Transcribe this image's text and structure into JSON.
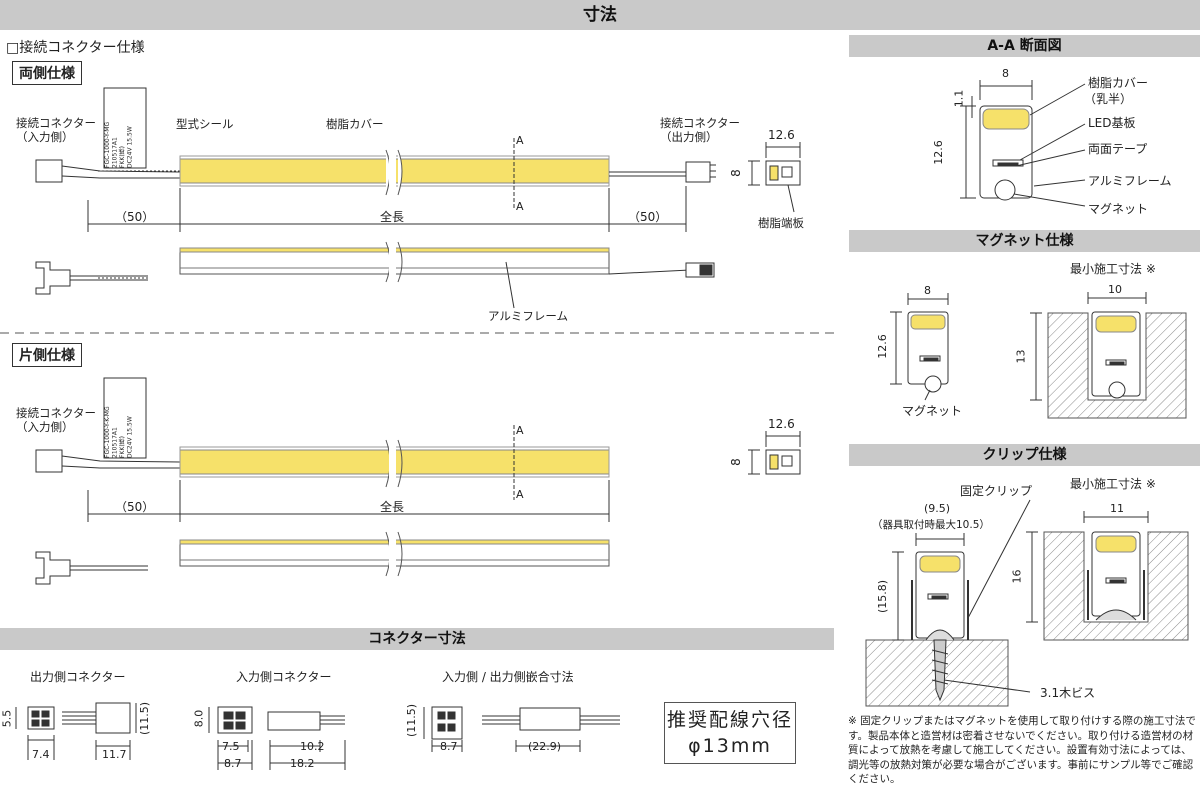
{
  "title": "寸法",
  "left": {
    "connector_spec_heading": "□接続コネクター仕様",
    "double_spec": {
      "tag": "両側仕様",
      "label_conn_in": [
        "接続コネクター",
        "（入力側）"
      ],
      "label_seal": "型式シール",
      "label_cover": "樹脂カバー",
      "label_conn_out": [
        "接続コネクター",
        "（出力側）"
      ],
      "label_endplate": "樹脂端板",
      "label_frame": "アルミフレーム",
      "dim_left": "（50）",
      "dim_total": "全長",
      "dim_right": "（50）",
      "dim_end_w": "12.6",
      "dim_end_h": "8",
      "section_mark": "A",
      "seal_lines": [
        "FGC-1000-Y-MG",
        "210517A1",
        "FKK(株)",
        "DC24V  15.5W"
      ]
    },
    "single_spec": {
      "tag": "片側仕様",
      "label_conn_in": [
        "接続コネクター",
        "（入力側）"
      ],
      "dim_left": "（50）",
      "dim_total": "全長",
      "dim_end_w": "12.6",
      "dim_end_h": "8",
      "section_mark": "A",
      "seal_lines": [
        "FGC-1000-Y-K-MG",
        "210517A1",
        "FKK(株)",
        "DC24V  15.5W"
      ]
    }
  },
  "connector": {
    "heading": "コネクター寸法",
    "out_label": "出力側コネクター",
    "in_label": "入力側コネクター",
    "mate_label": "入力側 / 出力側嵌合寸法",
    "out_dims": {
      "h": "5.5",
      "w": "7.4",
      "len": "11.7",
      "side": "(11.5)"
    },
    "in_dims": {
      "h": "8.0",
      "w1": "7.5",
      "w2": "8.7",
      "len1": "10.2",
      "len2": "18.2"
    },
    "mate_dims": {
      "h": "(11.5)",
      "w": "8.7",
      "len": "(22.9)"
    },
    "recommend": [
      "推奨配線穴径",
      "φ13mm"
    ]
  },
  "right": {
    "aa_heading": "A-A 断面図",
    "aa_dims": {
      "w": "8",
      "t": "1.1",
      "h": "12.6"
    },
    "aa_labels": [
      "樹脂カバー",
      "（乳半）",
      "LED基板",
      "両面テープ",
      "アルミフレーム",
      "マグネット"
    ],
    "magnet_heading": "マグネット仕様",
    "min_size": "最小施工寸法 ※",
    "magnet_dims": {
      "w": "8",
      "h": "12.6",
      "gw": "10",
      "gh": "13"
    },
    "magnet_label": "マグネット",
    "clip_heading": "クリップ仕様",
    "clip_label": "固定クリップ",
    "clip_dims": {
      "w": "(9.5)",
      "wnote": "（器具取付時最大10.5）",
      "h": "(15.8)",
      "gw": "11",
      "gh": "16"
    },
    "screw_label": "3.1木ビス",
    "note": "※ 固定クリップまたはマグネットを使用して取り付けする際の施工寸法です。製品本体と造営材は密着させないでください。取り付ける造営材の材質によって放熱を考慮して施工してください。設置有効寸法によっては、調光等の放熱対策が必要な場合がございます。事前にサンプル等でご確認ください。"
  },
  "colors": {
    "led": "#f6e16a",
    "bar": "#c9c9c9",
    "line": "#333333",
    "hatch": "#777777"
  }
}
